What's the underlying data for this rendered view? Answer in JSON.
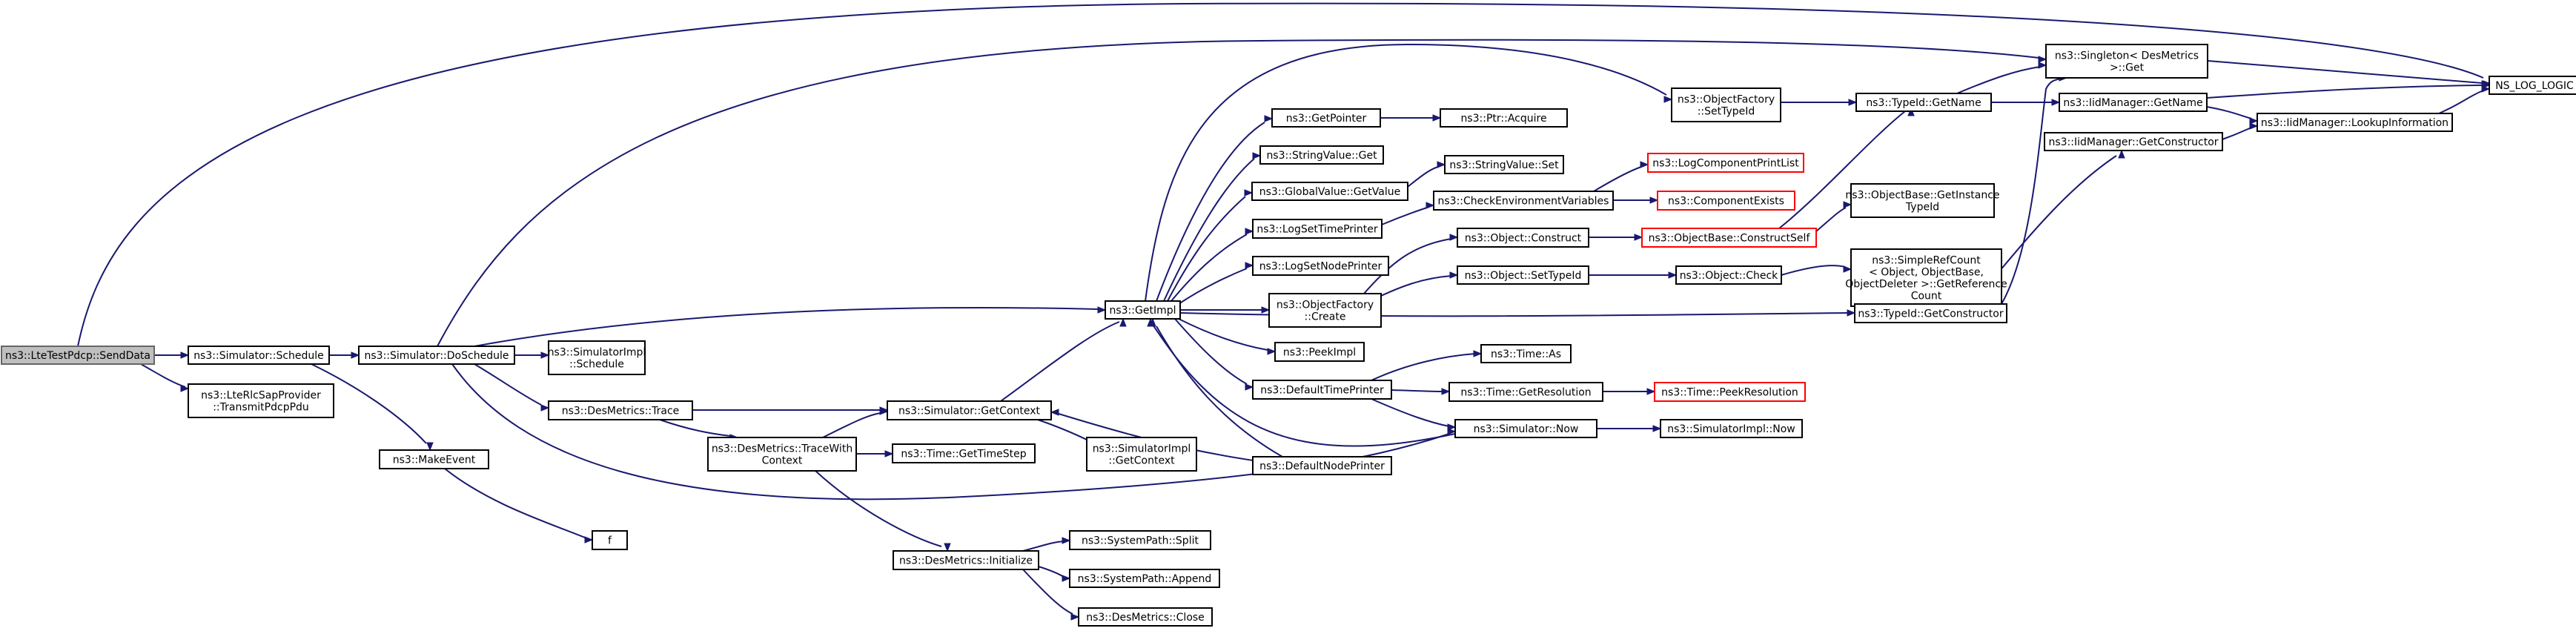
{
  "nodes": {
    "send_data": [
      "ns3::LteTestPdcp::SendData"
    ],
    "schedule": [
      "ns3::Simulator::Schedule"
    ],
    "transmit_pdu": [
      "ns3::LteRlcSapProvider",
      "::TransmitPdcpPdu"
    ],
    "do_schedule": [
      "ns3::Simulator::DoSchedule"
    ],
    "make_event": [
      "ns3::MakeEvent"
    ],
    "f": [
      "f"
    ],
    "impl_schedule": [
      "ns3::SimulatorImpl",
      "::Schedule"
    ],
    "des_trace": [
      "ns3::DesMetrics::Trace"
    ],
    "trace_with_context": [
      "ns3::DesMetrics::TraceWith",
      "Context"
    ],
    "get_context": [
      "ns3::Simulator::GetContext"
    ],
    "get_time_step": [
      "ns3::Time::GetTimeStep"
    ],
    "impl_get_context": [
      "ns3::SimulatorImpl",
      "::GetContext"
    ],
    "des_initialize": [
      "ns3::DesMetrics::Initialize"
    ],
    "path_split": [
      "ns3::SystemPath::Split"
    ],
    "path_append": [
      "ns3::SystemPath::Append"
    ],
    "des_close": [
      "ns3::DesMetrics::Close"
    ],
    "get_impl": [
      "ns3::GetImpl"
    ],
    "get_pointer": [
      "ns3::GetPointer"
    ],
    "ptr_acquire": [
      "ns3::Ptr::Acquire"
    ],
    "string_value_get": [
      "ns3::StringValue::Get"
    ],
    "global_value_get": [
      "ns3::GlobalValue::GetValue"
    ],
    "string_value_set": [
      "ns3::StringValue::Set"
    ],
    "log_set_time": [
      "ns3::LogSetTimePrinter"
    ],
    "check_env": [
      "ns3::CheckEnvironmentVariables"
    ],
    "log_print_list": [
      "ns3::LogComponentPrintList"
    ],
    "component_exists": [
      "ns3::ComponentExists"
    ],
    "log_set_node": [
      "ns3::LogSetNodePrinter"
    ],
    "of_create": [
      "ns3::ObjectFactory",
      "::Create"
    ],
    "object_construct": [
      "ns3::Object::Construct"
    ],
    "construct_self": [
      "ns3::ObjectBase::ConstructSelf"
    ],
    "object_set_type": [
      "ns3::Object::SetTypeId"
    ],
    "object_check": [
      "ns3::Object::Check"
    ],
    "peek_impl": [
      "ns3::PeekImpl"
    ],
    "default_time_printer": [
      "ns3::DefaultTimePrinter"
    ],
    "time_as": [
      "ns3::Time::As"
    ],
    "time_get_resolution": [
      "ns3::Time::GetResolution"
    ],
    "time_peek_resolution": [
      "ns3::Time::PeekResolution"
    ],
    "simulator_now": [
      "ns3::Simulator::Now"
    ],
    "impl_now": [
      "ns3::SimulatorImpl::Now"
    ],
    "default_node_printer": [
      "ns3::DefaultNodePrinter"
    ],
    "of_set_type": [
      "ns3::ObjectFactory",
      "::SetTypeId"
    ],
    "type_get_name": [
      "ns3::TypeId::GetName"
    ],
    "singleton_get": [
      "ns3::Singleton< DesMetrics",
      " >::Get"
    ],
    "iid_get_name": [
      "ns3::IidManager::GetName"
    ],
    "ns_log_logic": [
      "NS_LOG_LOGIC"
    ],
    "iid_lookup": [
      "ns3::IidManager::LookupInformation"
    ],
    "iid_get_ctor": [
      "ns3::IidManager::GetConstructor"
    ],
    "get_instance_type": [
      "ns3::ObjectBase::GetInstance",
      "TypeId"
    ],
    "simple_ref_count": [
      "ns3::SimpleRefCount",
      "< Object, ObjectBase,",
      " ObjectDeleter >::GetReference",
      "Count"
    ],
    "type_get_ctor": [
      "ns3::TypeId::GetConstructor"
    ]
  },
  "colors": {
    "edge": "#191970",
    "node_border": "#000000",
    "start_fill": "#bfbfbf",
    "start_border": "#666666",
    "truncated_border": "#ff0000"
  }
}
